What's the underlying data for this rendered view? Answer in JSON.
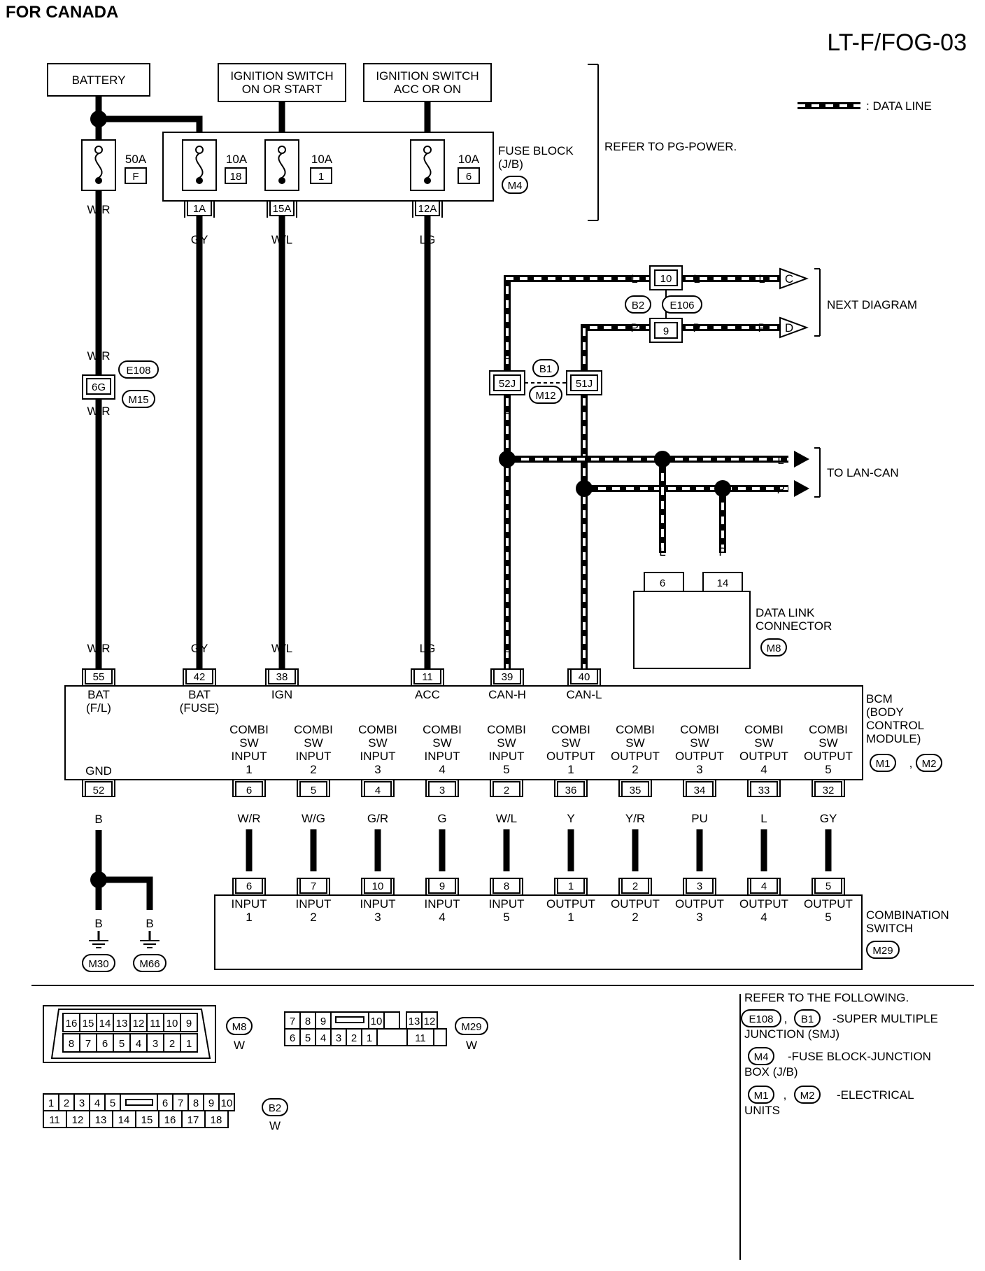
{
  "header": {
    "region": "FOR CANADA",
    "diagram_code": "LT-F/FOG-03"
  },
  "legend": {
    "data_line": ": DATA LINE"
  },
  "power": {
    "battery": "BATTERY",
    "ign1": [
      "IGNITION SWITCH",
      "ON OR START"
    ],
    "ign2": [
      "IGNITION SWITCH",
      "ACC OR ON"
    ],
    "refer": "REFER TO PG-POWER."
  },
  "fuses": {
    "f50": {
      "amp": "50A",
      "num": "F"
    },
    "f18": {
      "amp": "10A",
      "num": "18"
    },
    "f1": {
      "amp": "10A",
      "num": "1"
    },
    "f6": {
      "amp": "10A",
      "num": "6"
    }
  },
  "fuse_block": {
    "lines": [
      "FUSE BLOCK",
      "(J/B)"
    ],
    "code": "M4",
    "terms": [
      "1A",
      "15A",
      "12A"
    ]
  },
  "wire_colors": {
    "wr": "W/R",
    "gy": "GY",
    "wl": "W/L",
    "lg": "LG",
    "l": "L",
    "p": "P",
    "b": "B"
  },
  "joint": {
    "pin": "6G",
    "codes": [
      "E108",
      "M15"
    ]
  },
  "can": {
    "j1": {
      "pin": "52J",
      "code": "B1"
    },
    "j2": {
      "pin": "51J",
      "code": "M12"
    },
    "next_pins": [
      "10",
      "9"
    ],
    "next_codes": [
      "B2",
      "E106"
    ],
    "next_arrows": [
      "C",
      "D"
    ],
    "next_label": "NEXT DIAGRAM",
    "lan_label": "TO LAN-CAN"
  },
  "dlc": {
    "pins": [
      "6",
      "14"
    ],
    "lines": [
      "DATA LINK",
      "CONNECTOR"
    ],
    "code": "M8"
  },
  "bcm": {
    "top_pins": [
      "55",
      "42",
      "38",
      "11",
      "39",
      "40"
    ],
    "top_labels": [
      [
        "BAT",
        "(F/L)"
      ],
      [
        "BAT",
        "(FUSE)"
      ],
      [
        "IGN"
      ],
      [
        "ACC"
      ],
      [
        "CAN-H"
      ],
      [
        "CAN-L"
      ]
    ],
    "gnd_pin": "52",
    "gnd_label": "GND",
    "bottom_pins": [
      "6",
      "5",
      "4",
      "3",
      "2",
      "36",
      "35",
      "34",
      "33",
      "32"
    ],
    "bottom_labels": [
      [
        "COMBI",
        "SW",
        "INPUT",
        "1"
      ],
      [
        "COMBI",
        "SW",
        "INPUT",
        "2"
      ],
      [
        "COMBI",
        "SW",
        "INPUT",
        "3"
      ],
      [
        "COMBI",
        "SW",
        "INPUT",
        "4"
      ],
      [
        "COMBI",
        "SW",
        "INPUT",
        "5"
      ],
      [
        "COMBI",
        "SW",
        "OUTPUT",
        "1"
      ],
      [
        "COMBI",
        "SW",
        "OUTPUT",
        "2"
      ],
      [
        "COMBI",
        "SW",
        "OUTPUT",
        "3"
      ],
      [
        "COMBI",
        "SW",
        "OUTPUT",
        "4"
      ],
      [
        "COMBI",
        "SW",
        "OUTPUT",
        "5"
      ]
    ],
    "wire_colors": [
      "W/R",
      "W/G",
      "G/R",
      "G",
      "W/L",
      "Y",
      "Y/R",
      "PU",
      "L",
      "GY"
    ],
    "name": [
      "BCM",
      "(BODY",
      "CONTROL",
      "MODULE)"
    ],
    "codes": [
      "M1",
      "M2"
    ]
  },
  "combi": {
    "pins": [
      "6",
      "7",
      "10",
      "9",
      "8",
      "1",
      "2",
      "3",
      "4",
      "5"
    ],
    "labels": [
      [
        "INPUT",
        "1"
      ],
      [
        "INPUT",
        "2"
      ],
      [
        "INPUT",
        "3"
      ],
      [
        "INPUT",
        "4"
      ],
      [
        "INPUT",
        "5"
      ],
      [
        "OUTPUT",
        "1"
      ],
      [
        "OUTPUT",
        "2"
      ],
      [
        "OUTPUT",
        "3"
      ],
      [
        "OUTPUT",
        "4"
      ],
      [
        "OUTPUT",
        "5"
      ]
    ],
    "name": [
      "COMBINATION",
      "SWITCH"
    ],
    "code": "M29"
  },
  "grounds": [
    "M30",
    "M66"
  ],
  "connectors": {
    "m8": {
      "top": [
        "16",
        "15",
        "14",
        "13",
        "12",
        "11",
        "10",
        "9"
      ],
      "bottom": [
        "8",
        "7",
        "6",
        "5",
        "4",
        "3",
        "2",
        "1"
      ],
      "code": "M8",
      "color": "W"
    },
    "m29": {
      "top": [
        "7",
        "8",
        "9",
        "10",
        "13",
        "12"
      ],
      "bottom": [
        "6",
        "5",
        "4",
        "3",
        "2",
        "1",
        "11"
      ],
      "code": "M29",
      "color": "W"
    },
    "b2": {
      "top": [
        "1",
        "2",
        "3",
        "4",
        "5",
        "6",
        "7",
        "8",
        "9",
        "10"
      ],
      "bottom": [
        "11",
        "12",
        "13",
        "14",
        "15",
        "16",
        "17",
        "18"
      ],
      "code": "B2",
      "color": "W"
    }
  },
  "refer_notes": {
    "title": "REFER TO THE FOLLOWING.",
    "n1_codes": [
      "E108",
      "B1"
    ],
    "n1_text": [
      "-SUPER MULTIPLE",
      "JUNCTION (SMJ)"
    ],
    "n2_codes": [
      "M4"
    ],
    "n2_text": [
      "-FUSE BLOCK-JUNCTION",
      "BOX (J/B)"
    ],
    "n3_codes": [
      "M1",
      "M2"
    ],
    "n3_text": [
      "-ELECTRICAL",
      "UNITS"
    ]
  }
}
